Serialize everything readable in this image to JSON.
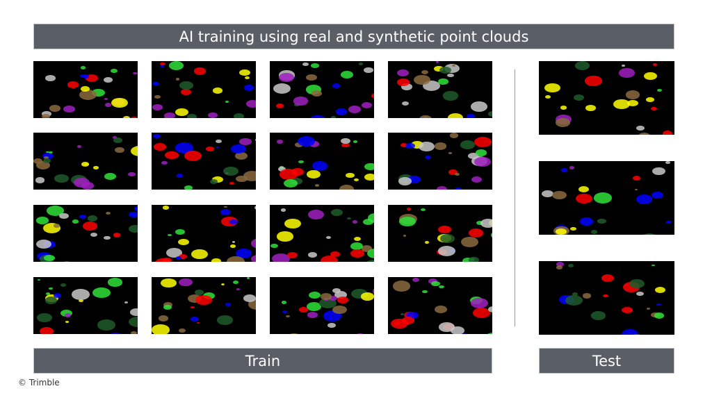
{
  "title": "AI training using real and synthetic point clouds",
  "train_label": "Train",
  "test_label": "Test",
  "copyright": "© Trimble",
  "palette": [
    "#ff0000",
    "#2fe03a",
    "#8a6a3e",
    "#a020c0",
    "#c8c8c8",
    "#1f5a2a",
    "#ffff00",
    "#0000ff"
  ],
  "train_images": 16,
  "test_images": 3
}
